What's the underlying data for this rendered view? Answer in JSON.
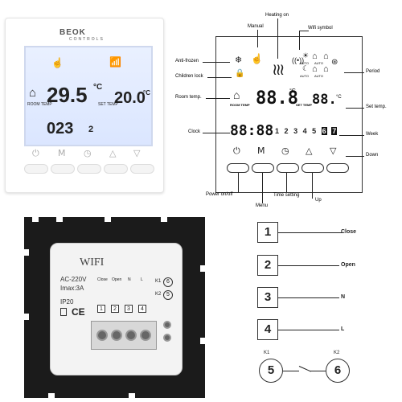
{
  "device": {
    "brand": "BEOK",
    "brand_sub": "CONTROLS",
    "room_temp_label": "ROOM TEMP",
    "room_temp": "29.5",
    "room_unit": "°C",
    "set_temp_label": "SET TEMP",
    "set_temp": "20.0",
    "set_unit": "°C",
    "clock": "023",
    "day": "2",
    "key_symbols": [
      "⏻",
      "M",
      "◷",
      "△",
      "▽"
    ]
  },
  "diagram": {
    "labels": {
      "manual": "Manual",
      "heating_on": "Heating on",
      "wifi_symbol": "Wifi symbol",
      "anti_frozen": "Anti-frozen",
      "children_lock": "Children lock",
      "period": "Period",
      "room_temp": "Room temp.",
      "set_temp": "Set temp.",
      "clock": "Clock",
      "week": "Week",
      "down": "Down",
      "power": "Power on/off",
      "menu": "Menu",
      "time_setting": "Time setting",
      "up": "Up"
    },
    "screen": {
      "auto": "AUTO",
      "room_temp": "ROOM TEMP",
      "set_temp": "SET TEMP",
      "temp_digits": "88.8",
      "set_digits": "88.",
      "clock_digits": "88:88",
      "week_days": [
        "1",
        "2",
        "3",
        "4",
        "5",
        "6",
        "7"
      ],
      "degree": "°C"
    },
    "key_symbols": [
      "⏻",
      "M",
      "◷",
      "△",
      "▽"
    ]
  },
  "back_panel": {
    "wifi": "WIFI",
    "voltage": "AC-220V",
    "current": "Imax:3A",
    "ip": "IP20",
    "ce": "CE",
    "terminal_names": [
      "Close",
      "Open",
      "N",
      "L"
    ],
    "terminal_numbers": [
      "1",
      "2",
      "3",
      "4"
    ],
    "k_labels": [
      "K1",
      "K2"
    ],
    "k_numbers": [
      "6",
      "5"
    ]
  },
  "wiring": {
    "items": [
      {
        "num": "1",
        "label": "Close"
      },
      {
        "num": "2",
        "label": "Open"
      },
      {
        "num": "3",
        "label": "N"
      },
      {
        "num": "4",
        "label": "L"
      }
    ],
    "k1": "K1",
    "k2": "K2",
    "c5": "5",
    "c6": "6"
  }
}
